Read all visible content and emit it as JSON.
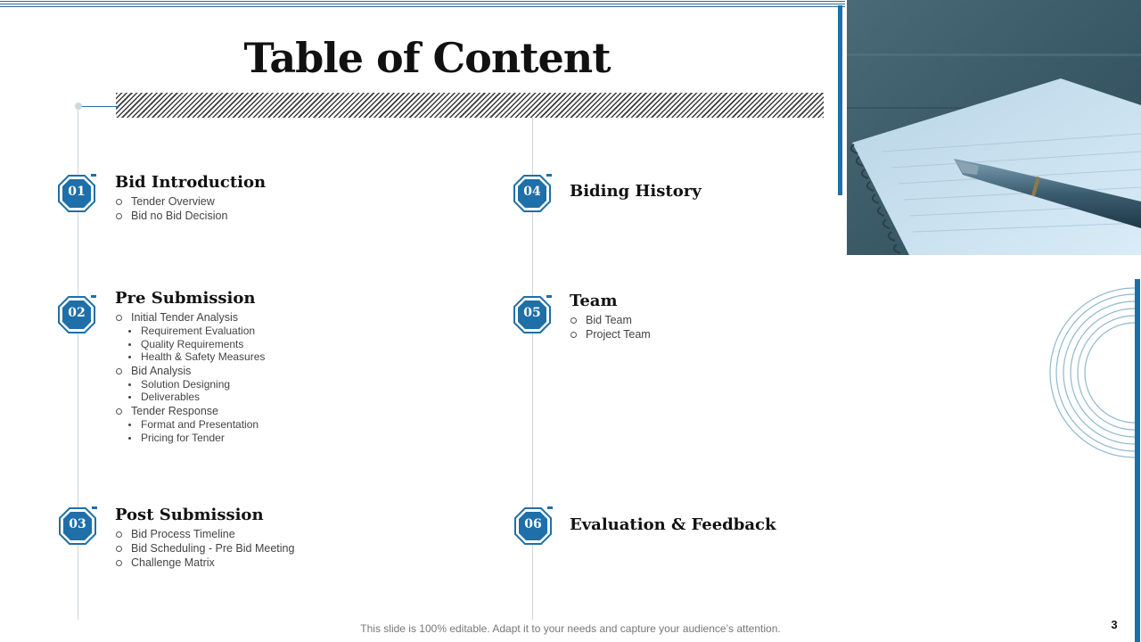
{
  "slide": {
    "title": "Table of Content",
    "footer_note": "This slide is 100% editable. Adapt it to your needs and capture your audience’s attention.",
    "page_number": "3",
    "accent_color": "#1f6fa8"
  },
  "sections": [
    {
      "number": "01",
      "title": "Bid Introduction",
      "items": [
        {
          "text": "Tender  Overview",
          "level": 1
        },
        {
          "text": "Bid no Bid Decision",
          "level": 1
        }
      ]
    },
    {
      "number": "02",
      "title": "Pre Submission",
      "items": [
        {
          "text": "Initial Tender  Analysis",
          "level": 1
        },
        {
          "text": "Requirement Evaluation",
          "level": 2
        },
        {
          "text": "Quality Requirements",
          "level": 2
        },
        {
          "text": "Health & Safety Measures",
          "level": 2
        },
        {
          "text": "Bid Analysis",
          "level": 1
        },
        {
          "text": "Solution Designing",
          "level": 2
        },
        {
          "text": "Deliverables",
          "level": 2
        },
        {
          "text": "Tender  Response",
          "level": 1
        },
        {
          "text": "Format and Presentation",
          "level": 2
        },
        {
          "text": "Pricing for Tender",
          "level": 2
        }
      ]
    },
    {
      "number": "03",
      "title": "Post Submission",
      "items": [
        {
          "text": "Bid Process Timeline",
          "level": 1
        },
        {
          "text": "Bid Scheduling - Pre Bid Meeting",
          "level": 1
        },
        {
          "text": "Challenge  Matrix",
          "level": 1
        }
      ]
    },
    {
      "number": "04",
      "title": "Biding History",
      "items": []
    },
    {
      "number": "05",
      "title": "Team",
      "items": [
        {
          "text": "Bid Team",
          "level": 1
        },
        {
          "text": "Project Team",
          "level": 1
        }
      ]
    },
    {
      "number": "06",
      "title": "Evaluation & Feedback",
      "items": []
    }
  ],
  "decor": {
    "photo_icon": "notebook-with-fountain-pen-photo",
    "circles_icon": "concentric-circles-decoration"
  }
}
